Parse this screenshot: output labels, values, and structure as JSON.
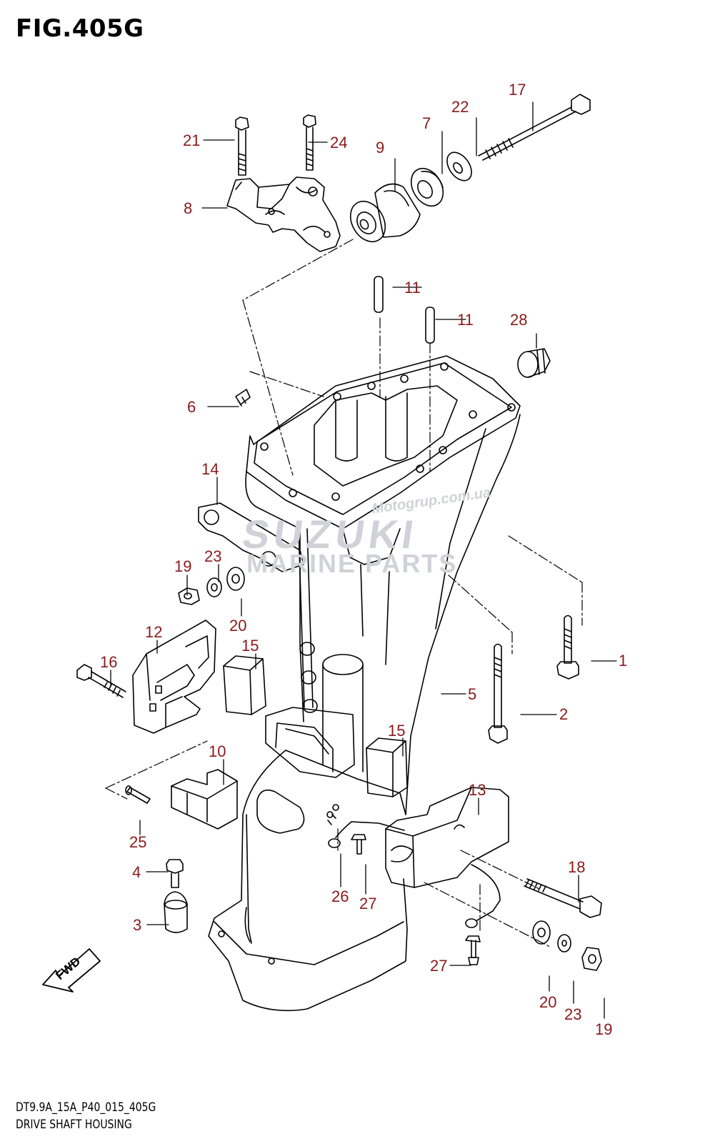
{
  "figure": {
    "title": "FIG.405G"
  },
  "footer": {
    "code": "DT9.9A_15A_P40_015_405G",
    "name": "DRIVE SHAFT HOUSING"
  },
  "watermark": {
    "brand": "SUZUKI",
    "sub": "MARINE PARTS",
    "url": "Motogrup.com.ua"
  },
  "fwd_label": "FWD",
  "colors": {
    "label": "#8b1a1a",
    "line": "#000000",
    "watermark": "#cfd3d8"
  },
  "callouts": [
    {
      "id": "c21",
      "text": "21"
    },
    {
      "id": "c24",
      "text": "24"
    },
    {
      "id": "c8",
      "text": "8"
    },
    {
      "id": "c9",
      "text": "9"
    },
    {
      "id": "c7",
      "text": "7"
    },
    {
      "id": "c22",
      "text": "22"
    },
    {
      "id": "c17",
      "text": "17"
    },
    {
      "id": "c11a",
      "text": "11"
    },
    {
      "id": "c11b",
      "text": "11"
    },
    {
      "id": "c28",
      "text": "28"
    },
    {
      "id": "c6",
      "text": "6"
    },
    {
      "id": "c14",
      "text": "14"
    },
    {
      "id": "c19a",
      "text": "19"
    },
    {
      "id": "c23a",
      "text": "23"
    },
    {
      "id": "c20a",
      "text": "20"
    },
    {
      "id": "c12",
      "text": "12"
    },
    {
      "id": "c16",
      "text": "16"
    },
    {
      "id": "c15a",
      "text": "15"
    },
    {
      "id": "c1",
      "text": "1"
    },
    {
      "id": "c2",
      "text": "2"
    },
    {
      "id": "c5",
      "text": "5"
    },
    {
      "id": "c15b",
      "text": "15"
    },
    {
      "id": "c10",
      "text": "10"
    },
    {
      "id": "c25",
      "text": "25"
    },
    {
      "id": "c13",
      "text": "13"
    },
    {
      "id": "c18",
      "text": "18"
    },
    {
      "id": "c4",
      "text": "4"
    },
    {
      "id": "c3",
      "text": "3"
    },
    {
      "id": "c26",
      "text": "26"
    },
    {
      "id": "c27a",
      "text": "27"
    },
    {
      "id": "c27b",
      "text": "27"
    },
    {
      "id": "c20b",
      "text": "20"
    },
    {
      "id": "c23b",
      "text": "23"
    },
    {
      "id": "c19b",
      "text": "19"
    }
  ]
}
